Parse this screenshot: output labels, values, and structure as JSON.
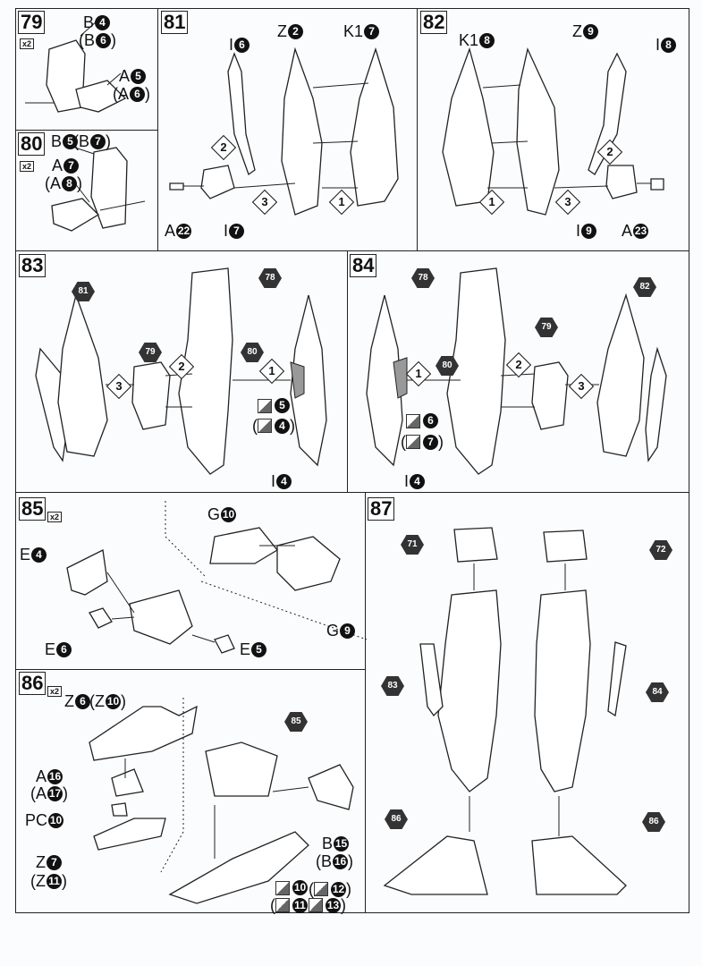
{
  "panels": [
    {
      "id": "79",
      "step": "79",
      "mult": "x2",
      "labels": [
        {
          "pre": "B",
          "n": "4"
        },
        {
          "pre": "(B",
          "n": "6",
          "post": ")"
        },
        {
          "pre": "A",
          "n": "5"
        },
        {
          "pre": "(A",
          "n": "6",
          "post": ")"
        }
      ],
      "steps": [],
      "refs": []
    },
    {
      "id": "80",
      "step": "80",
      "mult": "x2",
      "labels": [
        {
          "pre": "B",
          "n": "5"
        },
        {
          "pre": "(B",
          "n": "7",
          "post": ")"
        },
        {
          "pre": "A",
          "n": "7"
        },
        {
          "pre": "(A",
          "n": "8",
          "post": ")"
        }
      ],
      "steps": [],
      "refs": []
    },
    {
      "id": "81",
      "step": "81",
      "labels": [
        {
          "pre": "I",
          "n": "6"
        },
        {
          "pre": "Z",
          "n": "2"
        },
        {
          "pre": "K1",
          "n": "7"
        },
        {
          "pre": "A",
          "n": "22"
        },
        {
          "pre": "I",
          "n": "7"
        }
      ],
      "steps": [
        "2",
        "3",
        "1"
      ],
      "refs": []
    },
    {
      "id": "82",
      "step": "82",
      "labels": [
        {
          "pre": "K1",
          "n": "8"
        },
        {
          "pre": "Z",
          "n": "9"
        },
        {
          "pre": "I",
          "n": "8"
        },
        {
          "pre": "I",
          "n": "9"
        },
        {
          "pre": "A",
          "n": "23"
        }
      ],
      "steps": [
        "1",
        "3",
        "2"
      ],
      "refs": []
    },
    {
      "id": "83",
      "step": "83",
      "labels": [
        {
          "sticker": true,
          "n": "5"
        },
        {
          "sticker": true,
          "pre": "(",
          "n": "4",
          "post": ")"
        },
        {
          "pre": "I",
          "n": "4"
        }
      ],
      "steps": [
        "2",
        "3",
        "1"
      ],
      "refs": [
        "81",
        "79",
        "78",
        "80"
      ]
    },
    {
      "id": "84",
      "step": "84",
      "labels": [
        {
          "sticker": true,
          "n": "6"
        },
        {
          "sticker": true,
          "pre": "(",
          "n": "7",
          "post": ")"
        },
        {
          "pre": "I",
          "n": "4"
        }
      ],
      "steps": [
        "1",
        "2",
        "3"
      ],
      "refs": [
        "78",
        "80",
        "79",
        "82"
      ]
    },
    {
      "id": "85",
      "step": "85",
      "mult": "x2",
      "labels": [
        {
          "pre": "G",
          "n": "10"
        },
        {
          "pre": "E",
          "n": "4"
        },
        {
          "pre": "E",
          "n": "6"
        },
        {
          "pre": "G",
          "n": "9"
        },
        {
          "pre": "E",
          "n": "5"
        }
      ],
      "steps": [],
      "refs": []
    },
    {
      "id": "86",
      "step": "86",
      "mult": "x2",
      "labels": [
        {
          "pre": "Z",
          "n": "6"
        },
        {
          "pre": "(Z",
          "n": "10",
          "post": ")"
        },
        {
          "pre": "A",
          "n": "16"
        },
        {
          "pre": "(A",
          "n": "17",
          "post": ")"
        },
        {
          "pre": "PC",
          "n": "10"
        },
        {
          "pre": "Z",
          "n": "7"
        },
        {
          "pre": "(Z",
          "n": "11",
          "post": ")"
        },
        {
          "pre": "B",
          "n": "15"
        },
        {
          "pre": "(B",
          "n": "16",
          "post": ")"
        },
        {
          "sticker": true,
          "n": "10"
        },
        {
          "sticker": true,
          "pre": "(",
          "n": "12",
          "post": ")"
        },
        {
          "sticker": true,
          "pre": "(",
          "n": "11"
        },
        {
          "sticker": true,
          "n": "13",
          "post": ")"
        }
      ],
      "steps": [],
      "refs": [
        "85"
      ]
    },
    {
      "id": "87",
      "step": "87",
      "labels": [],
      "steps": [],
      "refs": [
        "71",
        "72",
        "83",
        "84",
        "86",
        "86"
      ]
    }
  ]
}
